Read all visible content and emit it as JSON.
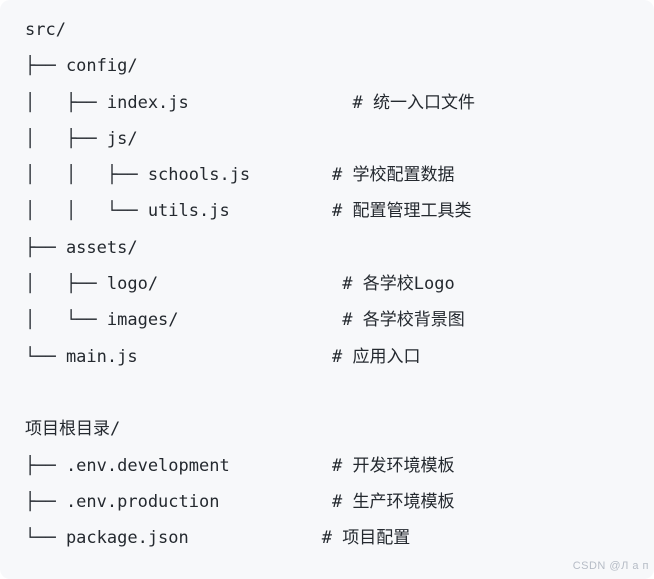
{
  "panel": {
    "background": "#f7f8fa",
    "text_color": "#24292f"
  },
  "tree_src": {
    "lines": [
      "src/",
      "├── config/",
      "│   ├── index.js                # 统一入口文件",
      "│   ├── js/",
      "│   │   ├── schools.js        # 学校配置数据",
      "│   │   └── utils.js          # 配置管理工具类",
      "├── assets/",
      "│   ├── logo/                  # 各学校Logo",
      "│   └── images/                # 各学校背景图",
      "└── main.js                   # 应用入口"
    ]
  },
  "tree_root": {
    "lines": [
      "项目根目录/",
      "├── .env.development          # 开发环境模板",
      "├── .env.production           # 生产环境模板",
      "└── package.json             # 项目配置"
    ]
  },
  "watermark": {
    "text": "CSDN @Л a п",
    "color": "#b6bcc6"
  }
}
